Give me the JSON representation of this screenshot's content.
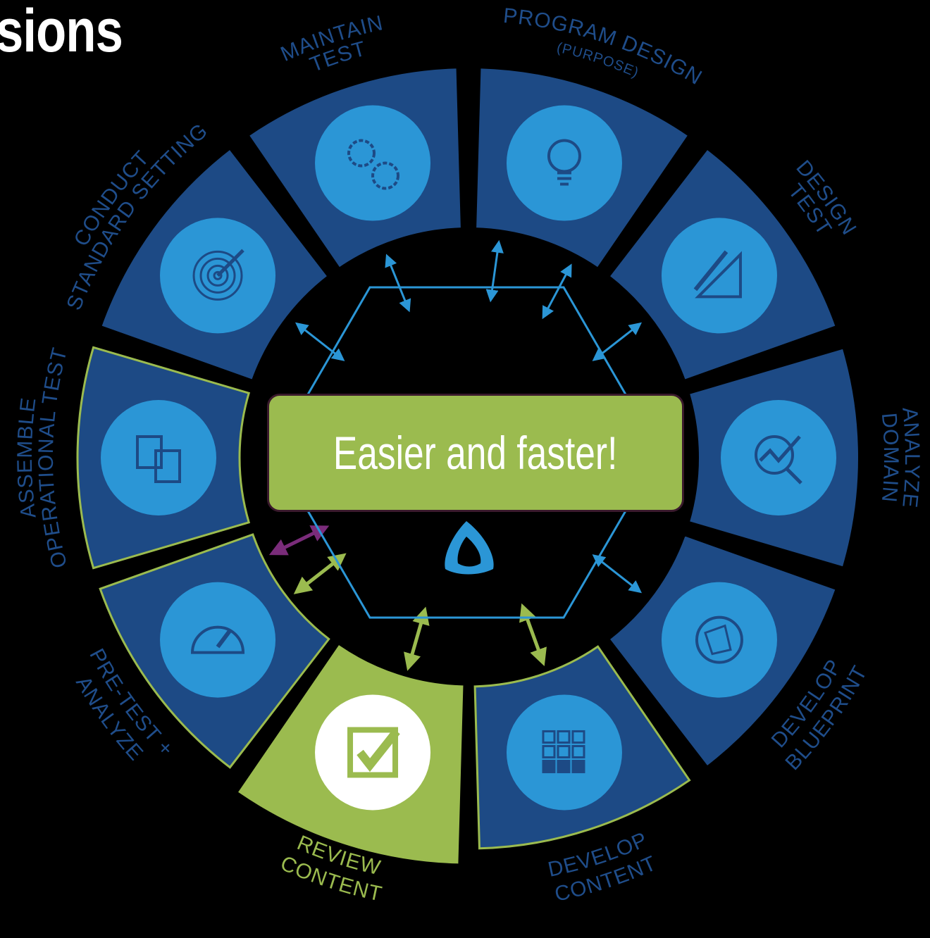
{
  "page": {
    "title": "sions"
  },
  "callout": {
    "text": "Easier and faster!"
  },
  "colors": {
    "background": "#000000",
    "segment": "#1d4a85",
    "circle": "#2b96d6",
    "highlight": "#9bbb4f",
    "label": "#1f4d8a",
    "accent_arrow": "#7a2c7a"
  },
  "steps": [
    {
      "id": "program-design",
      "label_lines": [
        "PROGRAM DESIGN",
        "(PURPOSE)"
      ],
      "icon": "lightbulb-icon"
    },
    {
      "id": "design-test",
      "label_lines": [
        "DESIGN",
        "TEST"
      ],
      "icon": "triangle-ruler-icon"
    },
    {
      "id": "analyze-domain",
      "label_lines": [
        "ANALYZE",
        "DOMAIN"
      ],
      "icon": "magnifier-chart-icon"
    },
    {
      "id": "develop-blueprint",
      "label_lines": [
        "DEVELOP",
        "BLUEPRINT"
      ],
      "icon": "network-globe-icon"
    },
    {
      "id": "develop-content",
      "label_lines": [
        "DEVELOP",
        "CONTENT"
      ],
      "icon": "blocks-icon"
    },
    {
      "id": "review-content",
      "label_lines": [
        "REVIEW",
        "CONTENT"
      ],
      "icon": "checkbox-icon",
      "highlighted": true
    },
    {
      "id": "pre-test-analyze",
      "label_lines": [
        "PRE-TEST +",
        "ANALYZE"
      ],
      "icon": "gauge-icon"
    },
    {
      "id": "assemble-operational-test",
      "label_lines": [
        "ASSEMBLE",
        "OPERATIONAL TEST"
      ],
      "icon": "documents-exchange-icon"
    },
    {
      "id": "conduct-standard-setting",
      "label_lines": [
        "CONDUCT",
        "STANDARD SETTING"
      ],
      "icon": "target-icon"
    },
    {
      "id": "maintain-test",
      "label_lines": [
        "MAINTAIN",
        "TEST"
      ],
      "icon": "gears-icon"
    }
  ]
}
